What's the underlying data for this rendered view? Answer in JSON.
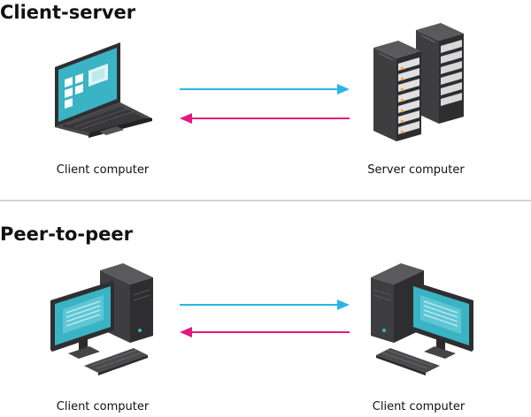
{
  "sections": {
    "client_server": {
      "title": "Client-server",
      "left_label": "Client computer",
      "right_label": "Server computer"
    },
    "peer_to_peer": {
      "title": "Peer-to-peer",
      "left_label": "Client computer",
      "right_label": "Client computer"
    }
  },
  "colors": {
    "arrow_forward": "#29b6e6",
    "arrow_back": "#e3177e",
    "screen": "#3ab3c4",
    "device_dark": "#3a3a3c"
  },
  "icons": [
    "laptop-icon",
    "server-rack-icon",
    "desktop-computer-icon"
  ]
}
